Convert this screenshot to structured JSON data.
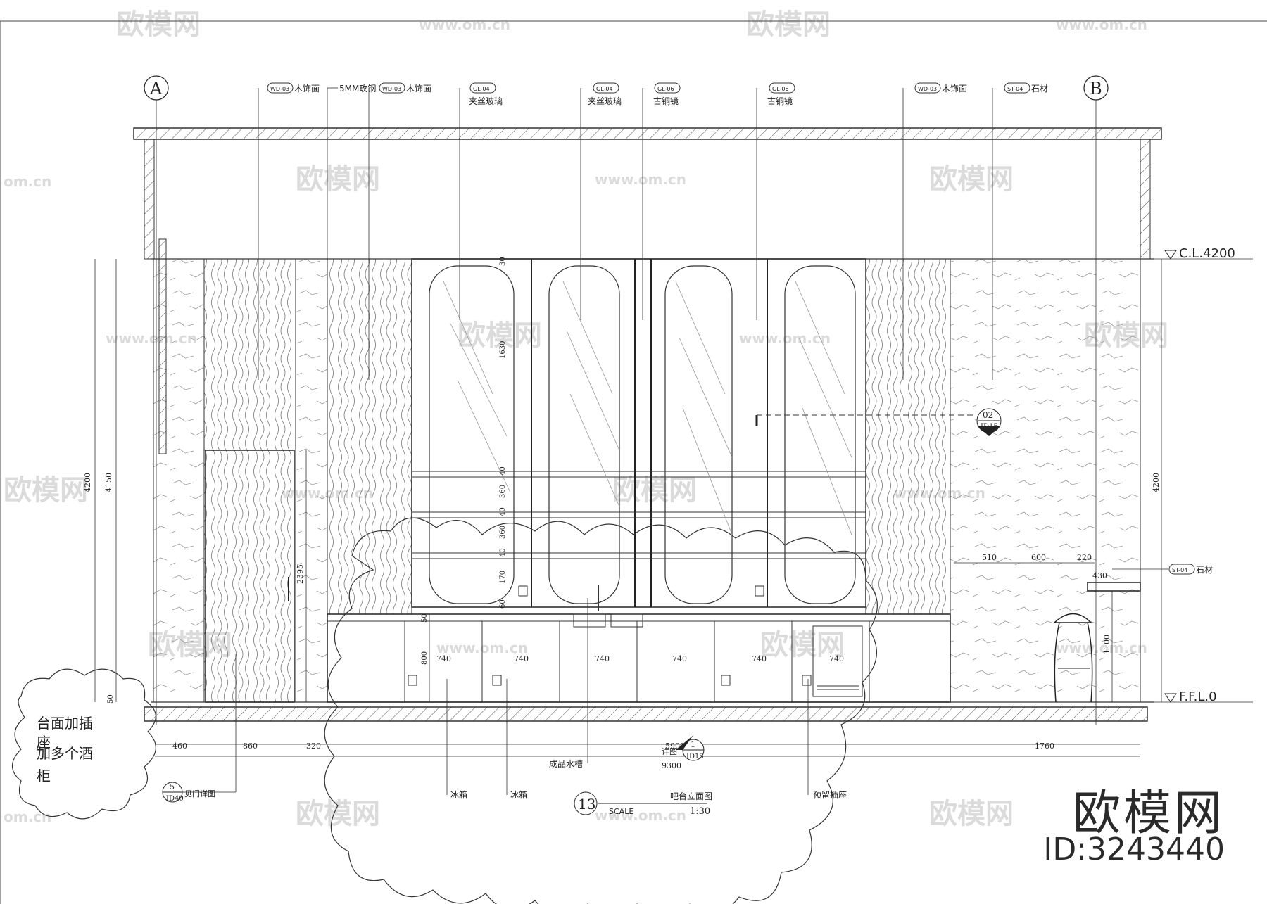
{
  "watermark": {
    "brand": "欧模网",
    "url": "www.om.cn",
    "url_partial": "om.cn"
  },
  "branding": {
    "name": "欧模网",
    "id": "ID:3243440"
  },
  "grid": {
    "left": "A",
    "right": "B"
  },
  "levels": {
    "ceiling": "C.L.4200",
    "floor": "F.F.L.0"
  },
  "callouts": [
    {
      "code": "WD-03",
      "text": "木饰面"
    },
    {
      "code": "",
      "text": "5MM玫钢"
    },
    {
      "code": "WD-03",
      "text": "木饰面"
    },
    {
      "code": "GL-04",
      "text": "夹丝玻璃"
    },
    {
      "code": "GL-04",
      "text": "夹丝玻璃"
    },
    {
      "code": "GL-06",
      "text": "古铜镜"
    },
    {
      "code": "GL-06",
      "text": "古铜镜"
    },
    {
      "code": "WD-03",
      "text": "木饰面"
    },
    {
      "code": "ST-04",
      "text": "石材"
    }
  ],
  "side_callout": {
    "code": "ST-04",
    "text": "石材"
  },
  "section_marker": {
    "number": "02",
    "sheet": "ID15"
  },
  "bottom_marker": {
    "number": "1",
    "sheet": "ID15",
    "label": "详图"
  },
  "door_marker": {
    "number": "5",
    "sheet": "ID40",
    "label": "见门详图"
  },
  "bottom_labels": {
    "sink": "成品水槽",
    "fridge1": "冰箱",
    "fridge2": "冰箱",
    "socket": "预留插座"
  },
  "cloud_note": {
    "line1": "台面加插",
    "line2": "座",
    "line3": "加多个酒",
    "line4": "柜"
  },
  "title_block": {
    "number": "13",
    "title": "吧台立面图",
    "scale_label": "SCALE",
    "scale": "1:30"
  },
  "dims": {
    "bottom_row": [
      "460",
      "860",
      "320",
      "5900",
      "1760"
    ],
    "overall": "9300",
    "left_heights": [
      "4200",
      "4150"
    ],
    "right_height": "4200",
    "door_height": "2395",
    "small_left": "50",
    "base": [
      "50",
      "800"
    ],
    "cab_widths": [
      "740",
      "740",
      "740",
      "740",
      "740",
      "740"
    ],
    "shelves": [
      "30",
      "1630",
      "40",
      "360",
      "40",
      "360",
      "40",
      "170",
      "60"
    ],
    "right_top": [
      "510",
      "600",
      "220"
    ],
    "counter": [
      "430",
      "1100"
    ]
  }
}
